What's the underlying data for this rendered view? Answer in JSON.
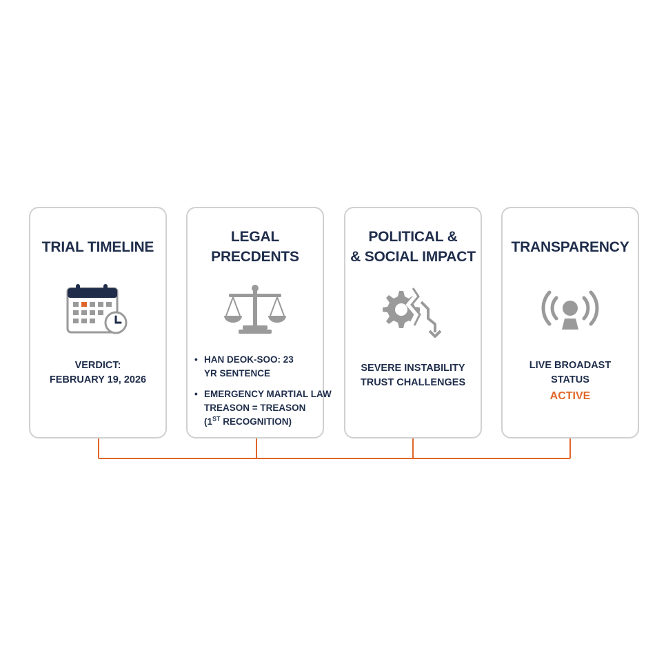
{
  "cards": [
    {
      "title_lines": [
        "TRIAL TIMELINE"
      ],
      "icon": "calendar-clock-icon",
      "body_lines": [
        "VERDICT:",
        "FEBRUARY 19, 2026"
      ]
    },
    {
      "title_lines": [
        "LEGAL",
        "PRECDENTS"
      ],
      "icon": "scales-of-justice-icon",
      "bullets": [
        {
          "lines": [
            "HAN DEOK-SOO: 23",
            "YR SENTENCE"
          ]
        },
        {
          "lines": [
            "EMERGENCY MARTIAL LAW",
            "TREASON = TREASON"
          ],
          "last_prefix": "(1",
          "last_sup": "ST",
          "last_suffix": " RECOGNITION)"
        }
      ]
    },
    {
      "title_lines": [
        "POLITICAL &",
        "& SOCIAL IMPACT"
      ],
      "icon": "broken-gear-arrow-icon",
      "body_lines": [
        "SEVERE INSTABILITY",
        "TRUST CHALLENGES"
      ]
    },
    {
      "title_lines": [
        "TRANSPARENCY"
      ],
      "icon": "broadcast-icon",
      "body_lines": [
        "LIVE BROADAST",
        "STATUS"
      ],
      "status": "ACTIVE"
    }
  ],
  "bullet_symbol": "•",
  "colors": {
    "navy": "#1f2d4b",
    "accent": "#e0662a",
    "icon_gray": "#9a9a9a",
    "border": "#d0d0d0"
  }
}
